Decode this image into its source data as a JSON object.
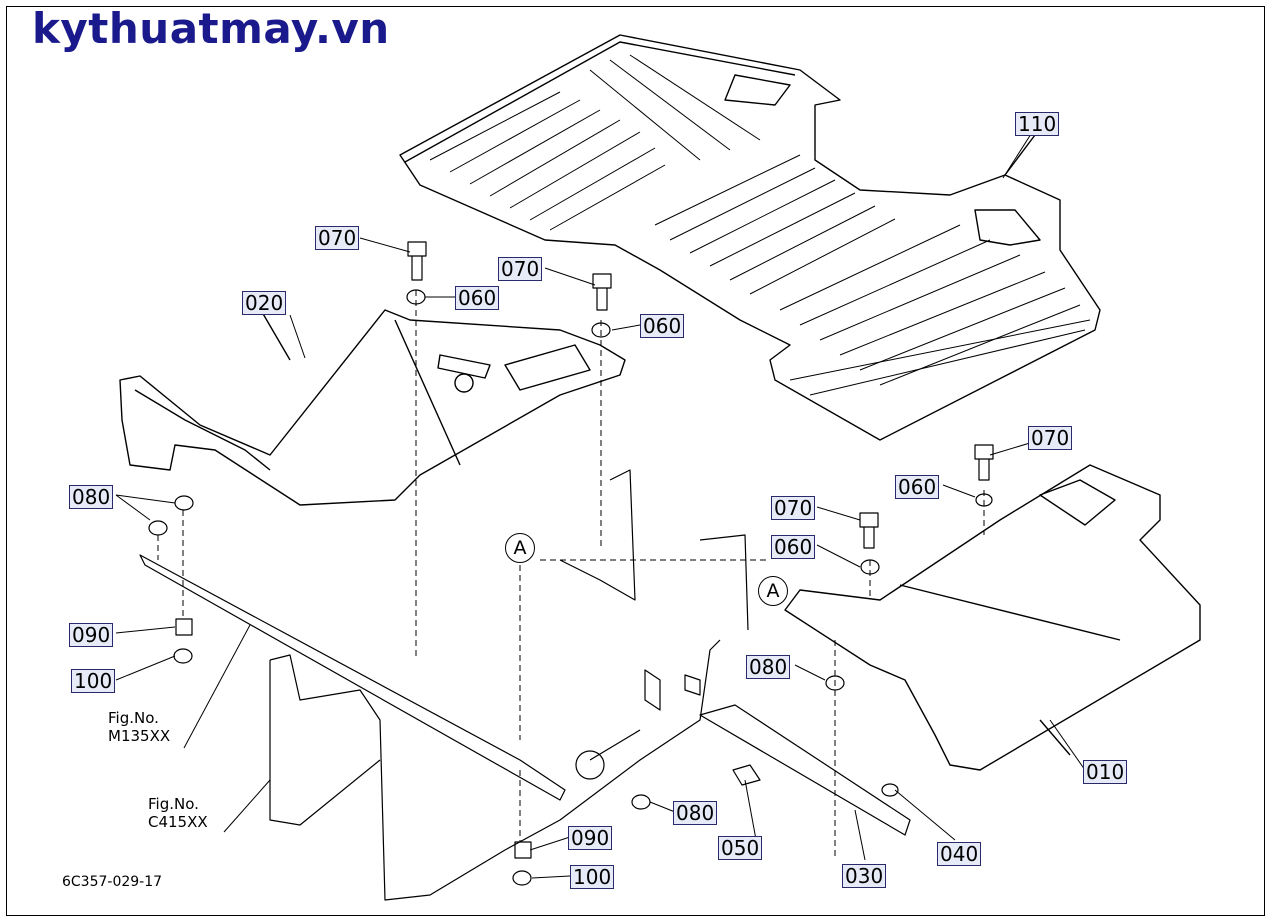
{
  "brand": "kythuatmay.vn",
  "drawing_code": "6C357-029-17",
  "section_marker": "A",
  "refs": {
    "m135": {
      "line1": "Fig.No.",
      "line2": "M135XX"
    },
    "c415": {
      "line1": "Fig.No.",
      "line2": "C415XX"
    }
  },
  "parts": {
    "p110": "110",
    "p070a": "070",
    "p070b": "070",
    "p070c": "070",
    "p070d": "070",
    "p020": "020",
    "p060a": "060",
    "p060b": "060",
    "p060c": "060",
    "p060d": "060",
    "p080a": "080",
    "p080b": "080",
    "p080c": "080",
    "p090a": "090",
    "p090b": "090",
    "p100a": "100",
    "p100b": "100",
    "p010": "010",
    "p050": "050",
    "p030": "030",
    "p040": "040"
  }
}
